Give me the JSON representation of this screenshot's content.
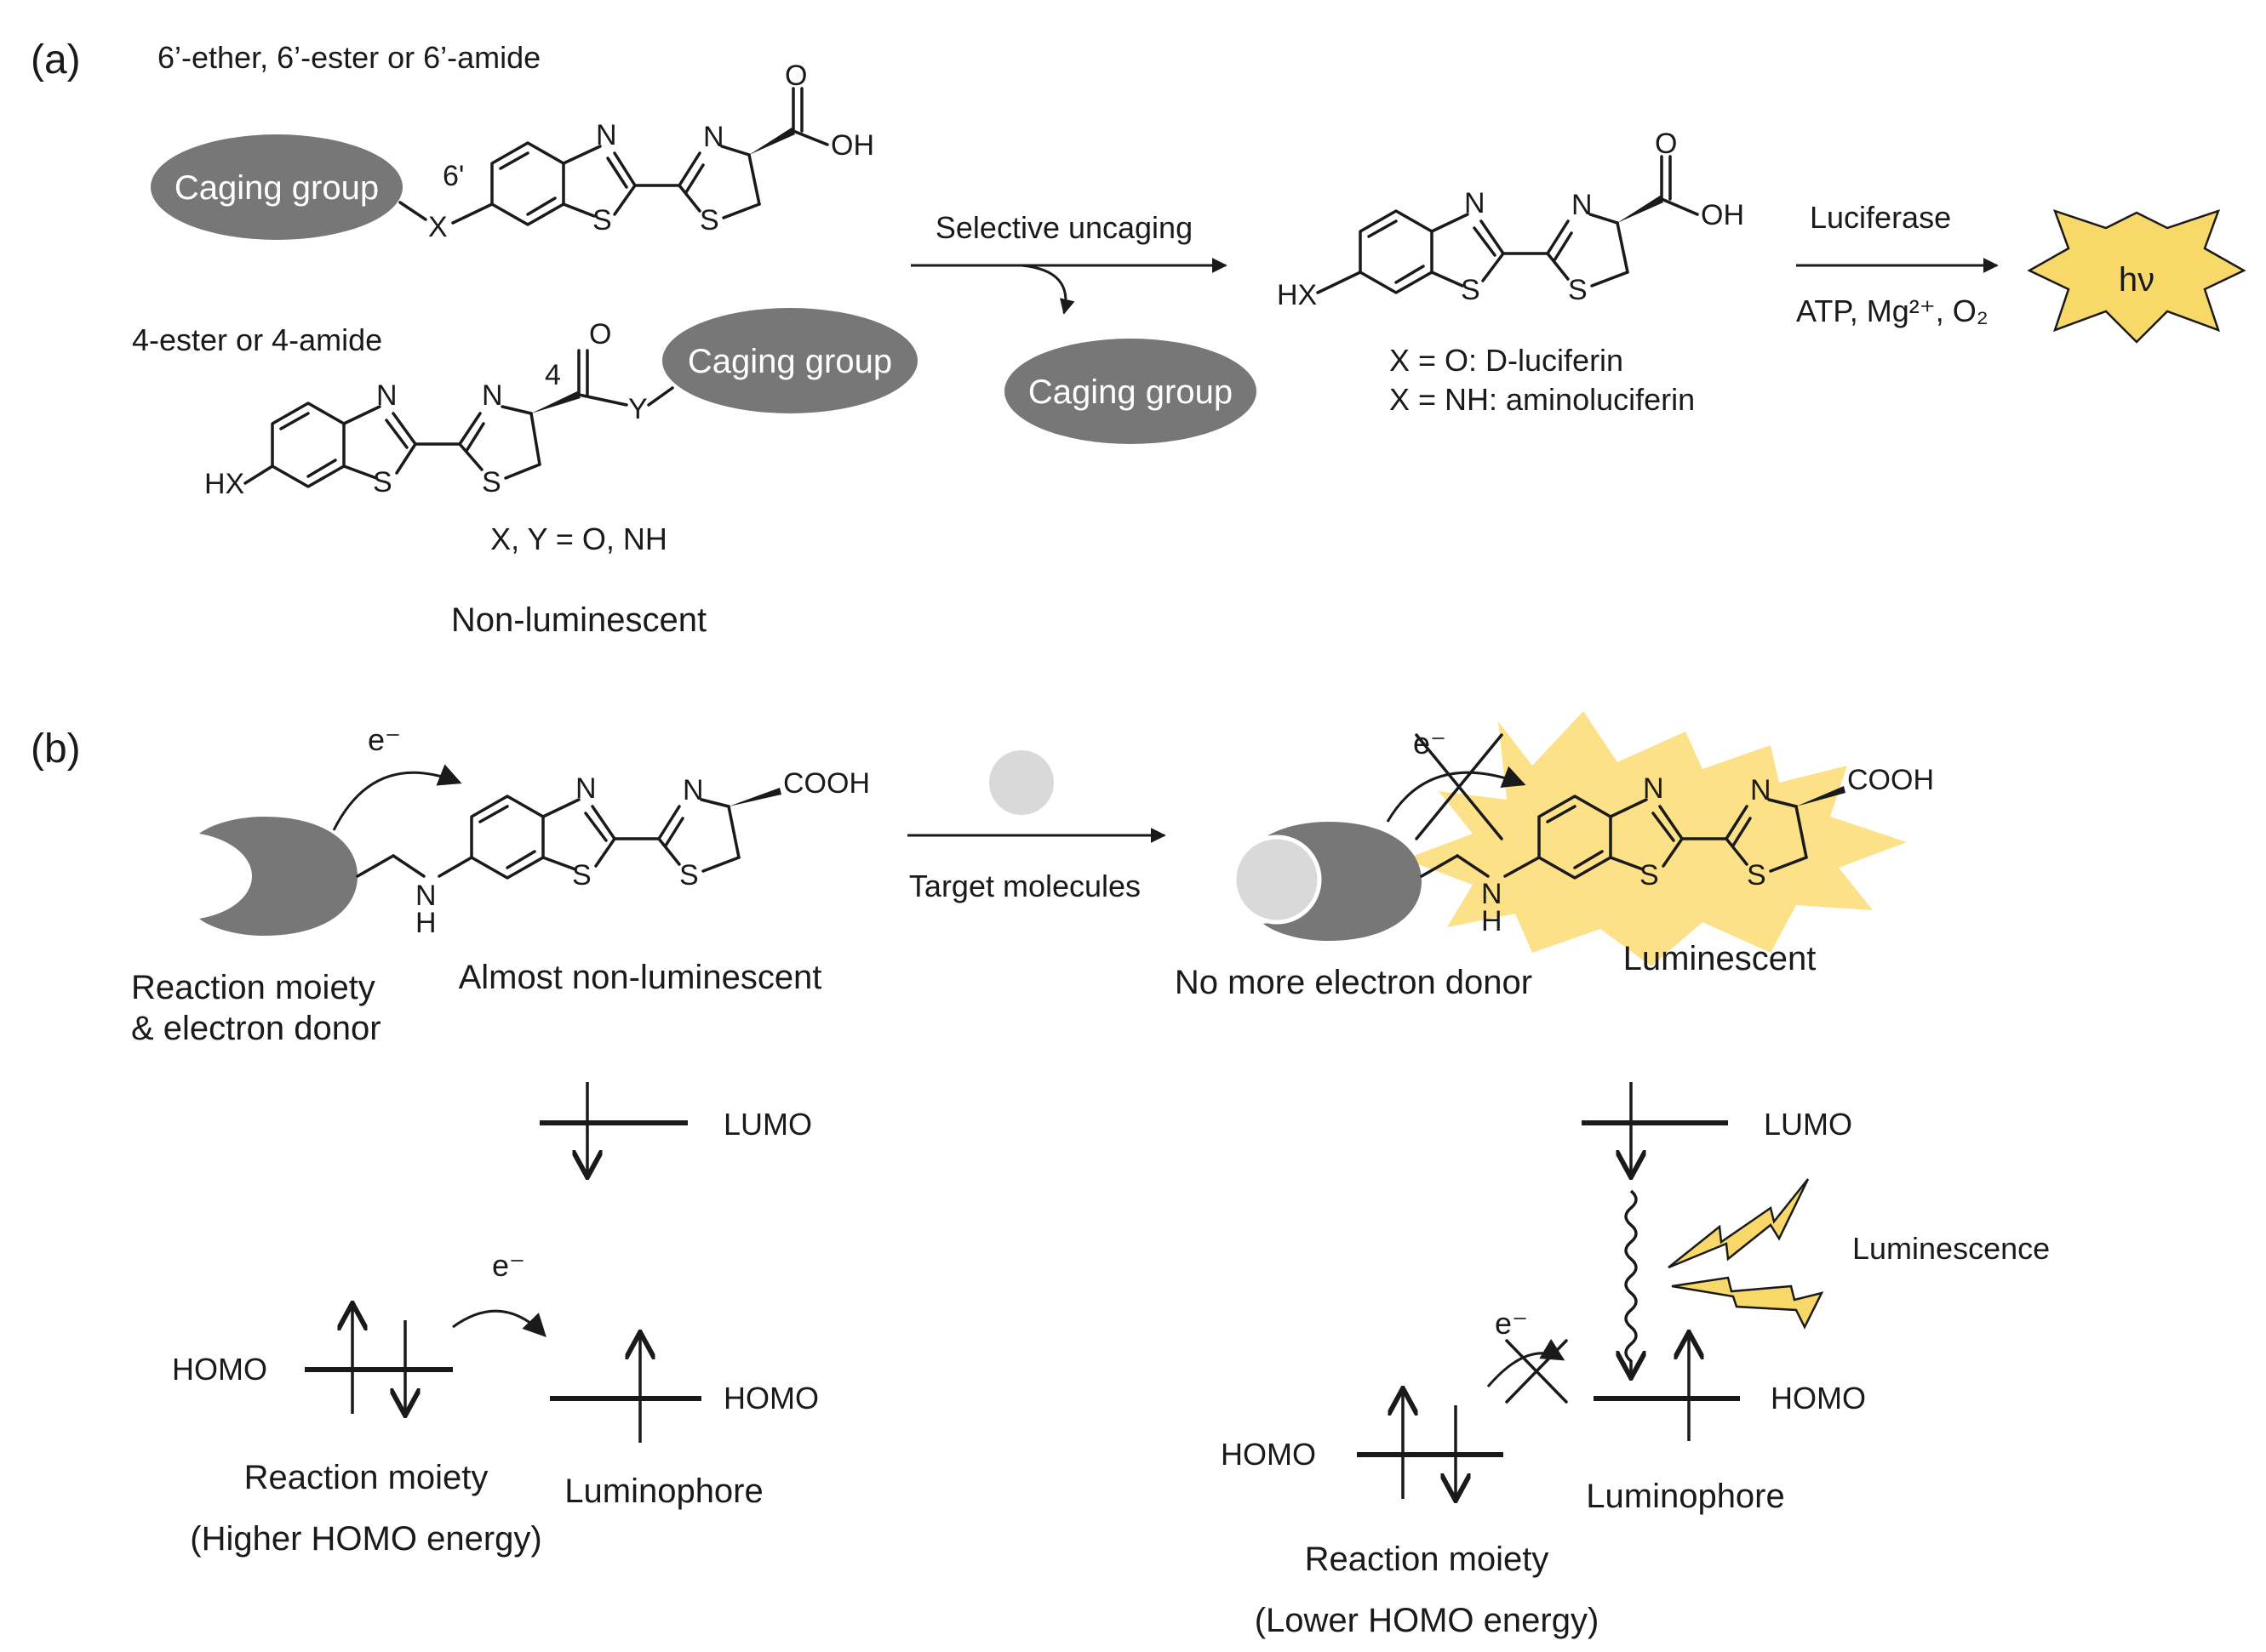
{
  "panel_a": {
    "label": "(a)",
    "top_caption": "6’-ether, 6’-ester or 6’-amide",
    "mid_caption": "4-ester or 4-amide",
    "caging_group": "Caging group",
    "pos_6": "6'",
    "pos_4": "4",
    "xy_note": "X, Y = O, NH",
    "non_luminescent": "Non-luminescent",
    "selective_uncaging": "Selective uncaging",
    "product_line1": "X = O: D-luciferin",
    "product_line2": "X = NH: aminoluciferin",
    "luciferase": "Luciferase",
    "cofactors": "ATP, Mg²⁺, O₂",
    "hv": "hν",
    "atoms": {
      "N": "N",
      "S": "S",
      "O": "O",
      "OH": "OH",
      "X": "X",
      "Y": "Y",
      "HX": "HX"
    }
  },
  "panel_b": {
    "label": "(b)",
    "electron": "e⁻",
    "cooh": "COOH",
    "nh_n": "N",
    "nh_h": "H",
    "reaction_moiety_line1": "Reaction moiety",
    "reaction_moiety_line2": "& electron donor",
    "almost_non_luminescent": "Almost non-luminescent",
    "target_molecules": "Target molecules",
    "no_more_donor": "No more electron donor",
    "luminescent": "Luminescent",
    "lumo": "LUMO",
    "homo": "HOMO",
    "reaction_moiety": "Reaction moiety",
    "higher_homo": "(Higher HOMO energy)",
    "lower_homo": "(Lower HOMO energy)",
    "luminophore": "Luminophore",
    "luminescence": "Luminescence"
  },
  "colors": {
    "caging_gray": "#777777",
    "target_gray": "#d9d9d9",
    "glow_yellow": "#fde188",
    "bolt_yellow": "#f9d86a"
  }
}
